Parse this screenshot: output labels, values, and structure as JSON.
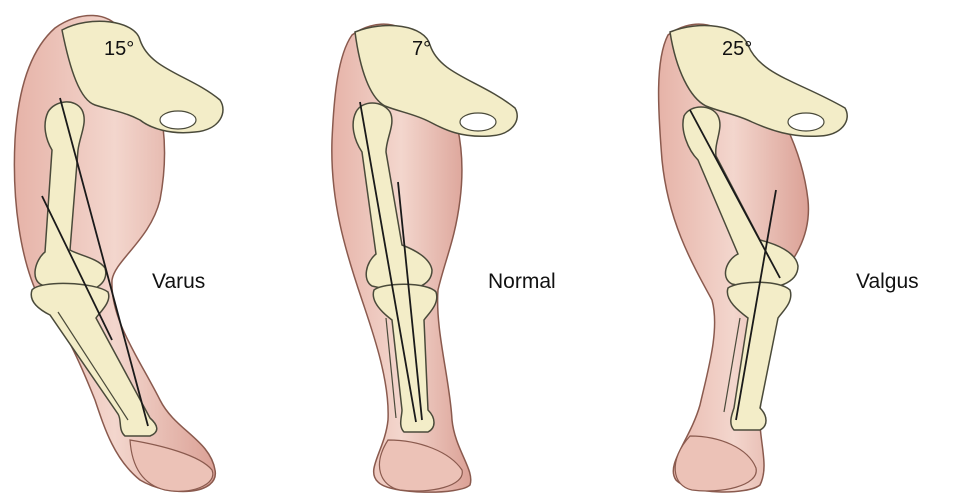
{
  "figure": {
    "panels": [
      {
        "id": "varus",
        "angle": "15°",
        "label": "Varus"
      },
      {
        "id": "normal",
        "angle": "7°",
        "label": "Normal"
      },
      {
        "id": "valgus",
        "angle": "25°",
        "label": "Valgus"
      }
    ]
  },
  "colors": {
    "skin_fill": "#f0cfc6",
    "skin_shade": "#d99c92",
    "skin_outline": "#8a5a4e",
    "bone_fill": "#f3edc8",
    "bone_outline": "#4a4a3a",
    "axis_line": "#1a1a1a"
  }
}
